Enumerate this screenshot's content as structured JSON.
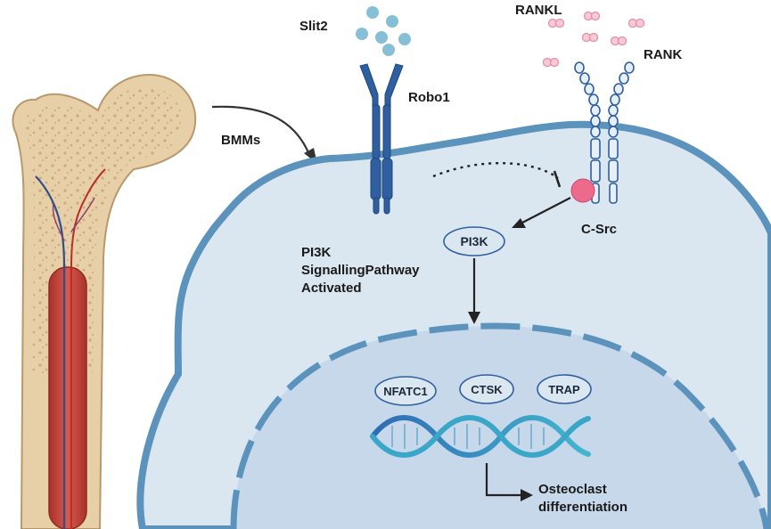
{
  "labels": {
    "slit2": "Slit2",
    "robo1": "Robo1",
    "rankl": "RANKL",
    "rank": "RANK",
    "bmms": "BMMs",
    "csrc": "C-Src",
    "pi3k_line1": "PI3K",
    "pi3k_line2": "SignallingPathway",
    "pi3k_line3": "Activated",
    "pi3k_node": "PI3K",
    "nfatc1": "NFATC1",
    "ctsk": "CTSK",
    "trap": "TRAP",
    "outcome_line1": "Osteoclast",
    "outcome_line2": "differentiation"
  },
  "colors": {
    "cell_fill": "#dbe7f0",
    "cell_membrane": "#5b93bd",
    "nucleus_fill": "#c6d8ea",
    "receptor_blue": "#2f5f9f",
    "slit2_ball": "#86bfd6",
    "rankl_ball": "#f2a7b9",
    "csrc_ball": "#ee6a8c",
    "bone_outer": "#e9d2ac",
    "bone_marrow": "#c5473f",
    "dna_teal": "#3aa6c8",
    "dna_blue": "#2e6cb3"
  }
}
